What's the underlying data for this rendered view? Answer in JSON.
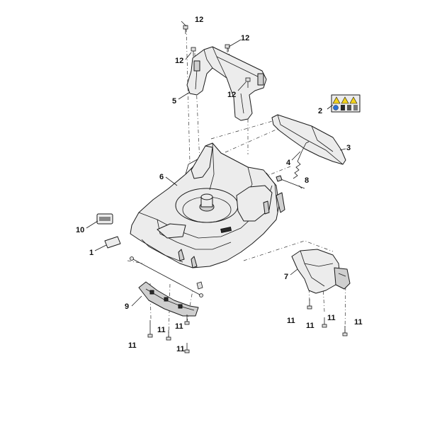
{
  "callouts": {
    "c1": "1",
    "c2": "2",
    "c3": "3",
    "c4": "4",
    "c5": "5",
    "c6": "6",
    "c7": "7",
    "c8": "8",
    "c9": "9",
    "c10": "10",
    "c11": "11",
    "c12": "12"
  },
  "colors": {
    "background": "#ffffff",
    "line": "#1a1a1a",
    "fill": "#ececec",
    "warning_yellow": "#f2d21a",
    "info_blue": "#2a6fd6"
  }
}
